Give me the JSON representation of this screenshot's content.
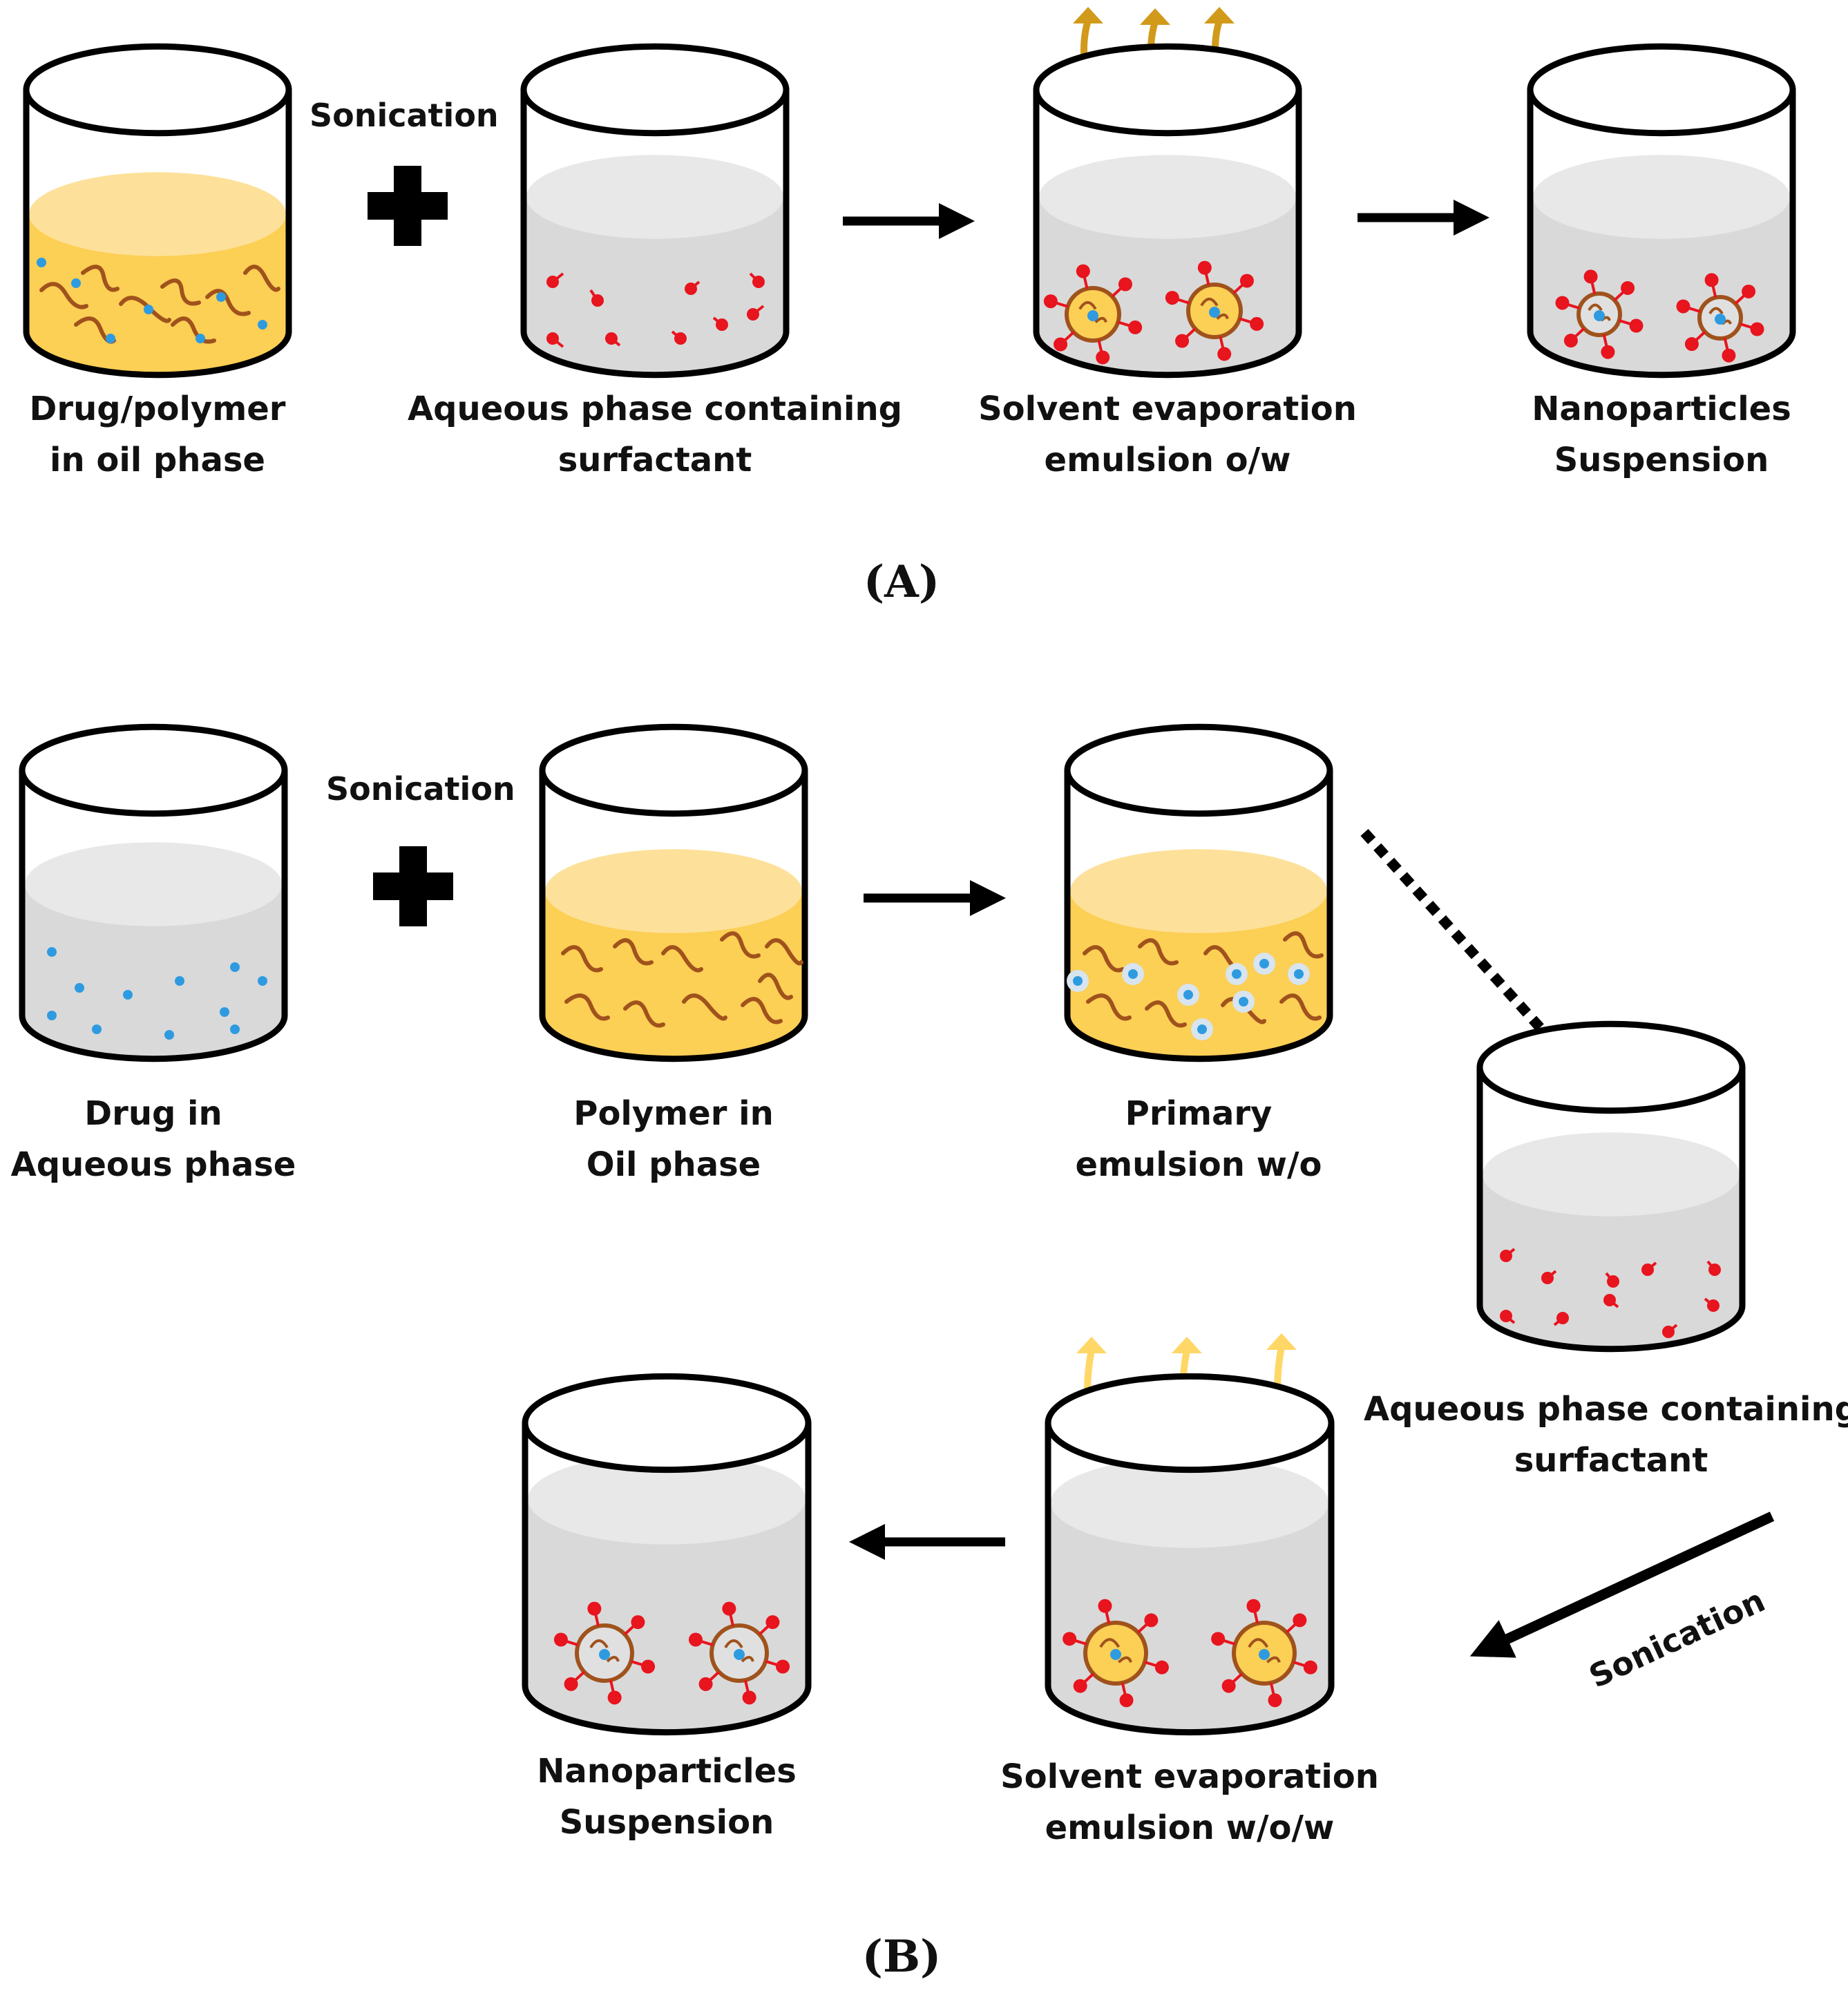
{
  "colors": {
    "oil": "#fccf55",
    "oil_top": "#fde19a",
    "water": "#d9d9d9",
    "water_top": "#e8e8e8",
    "polymer": "#a0521c",
    "drug": "#2e9be0",
    "surfactant": "#e8141e",
    "vapor_A": "#d19a1a",
    "vapor_B": "#ffd766",
    "outline": "#000000"
  },
  "panel_A": {
    "label": "(A)",
    "sonication": "Sonication",
    "beakers": [
      {
        "line1": "Drug/polymer",
        "line2": "in oil phase"
      },
      {
        "line1": "Aqueous phase containing",
        "line2": "surfactant"
      },
      {
        "line1": "Solvent evaporation",
        "line2": "emulsion o/w"
      },
      {
        "line1": "Nanoparticles",
        "line2": "Suspension"
      }
    ]
  },
  "panel_B": {
    "label": "(B)",
    "sonication_top": "Sonication",
    "sonication_diag": "Sonication",
    "beakers": [
      {
        "line1": "Drug in",
        "line2": "Aqueous phase"
      },
      {
        "line1": "Polymer in",
        "line2": "Oil phase"
      },
      {
        "line1": "Primary",
        "line2": "emulsion w/o"
      },
      {
        "line1": "Aqueous phase containing",
        "line2": "surfactant"
      },
      {
        "line1": "Solvent evaporation",
        "line2": "emulsion w/o/w"
      },
      {
        "line1": "Nanoparticles",
        "line2": "Suspension"
      }
    ]
  }
}
